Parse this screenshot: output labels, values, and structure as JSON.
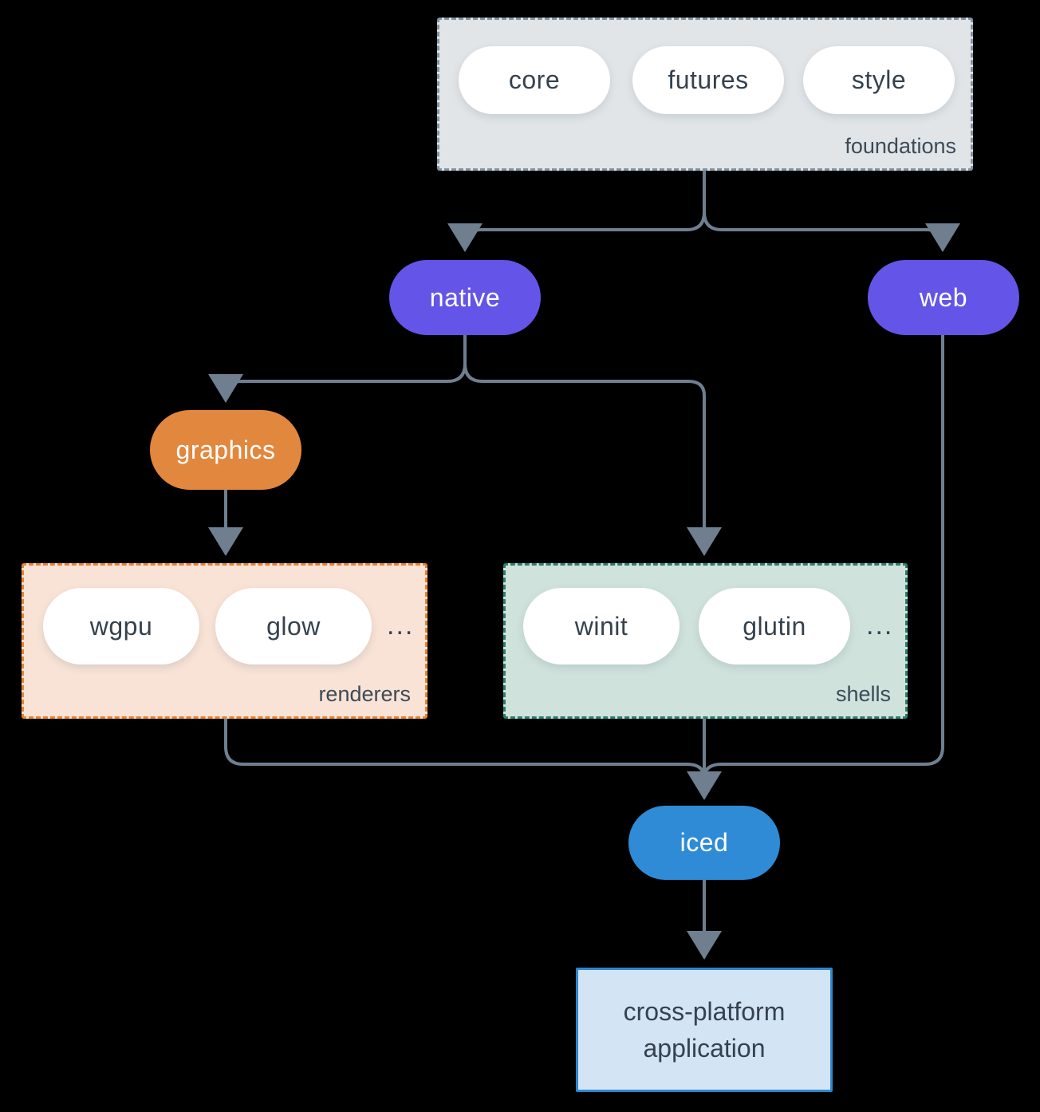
{
  "groups": {
    "foundations": {
      "label": "foundations",
      "pills": [
        "core",
        "futures",
        "style"
      ]
    },
    "renderers": {
      "label": "renderers",
      "pills": [
        "wgpu",
        "glow"
      ],
      "more": "..."
    },
    "shells": {
      "label": "shells",
      "pills": [
        "winit",
        "glutin"
      ],
      "more": "..."
    }
  },
  "nodes": {
    "native": "native",
    "web": "web",
    "graphics": "graphics",
    "iced": "iced",
    "app_line1": "cross-platform",
    "app_line2": "application"
  },
  "colors": {
    "purple": "#6455e8",
    "orange": "#e2873e",
    "blue": "#2f8bd6",
    "foundations_fill": "#e1e5e8",
    "foundations_border": "#8294a3",
    "renderers_fill": "#f9e3d6",
    "renderers_border": "#e8832e",
    "shells_fill": "#d0e2dc",
    "shells_border": "#2c7f6f",
    "app_fill": "#d3e4f5",
    "app_border": "#2e86d0",
    "edge": "#6f7f8f",
    "text_dark": "#35424e",
    "background": "#000000"
  }
}
